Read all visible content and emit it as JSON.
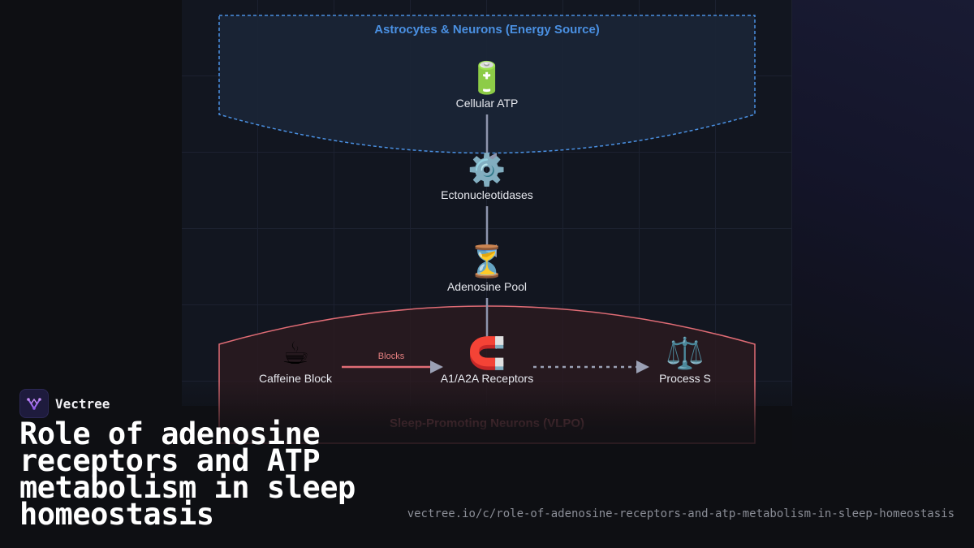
{
  "diagram": {
    "groups": {
      "energy": {
        "title": "Astrocytes & Neurons (Energy Source)",
        "color": "#4a90e2"
      },
      "vlpo": {
        "title": "Sleep-Promoting Neurons (VLPO)",
        "color": "#e06c75"
      }
    },
    "nodes": {
      "atp": {
        "emoji": "🔋",
        "icon": "battery-icon",
        "label": "Cellular ATP"
      },
      "ecto": {
        "emoji": "⚙️",
        "icon": "gear-icon",
        "label": "Ectonucleotidases"
      },
      "adenosine": {
        "emoji": "⏳",
        "icon": "hourglass-icon",
        "label": "Adenosine Pool"
      },
      "caffeine": {
        "emoji": "☕",
        "icon": "coffee-icon",
        "label": "Caffeine Block"
      },
      "receptors": {
        "emoji": "🧲",
        "icon": "magnet-icon",
        "label": "A1/A2A Receptors"
      },
      "process_s": {
        "emoji": "⚖️",
        "icon": "scales-icon",
        "label": "Process S"
      }
    },
    "edges": {
      "blocks_label": "Blocks"
    }
  },
  "footer": {
    "brand": "Vectree",
    "title": "Role of adenosine receptors and ATP metabolism in sleep homeostasis",
    "url": "vectree.io/c/role-of-adenosine-receptors-and-atp-metabolism-in-sleep-homeostasis"
  }
}
